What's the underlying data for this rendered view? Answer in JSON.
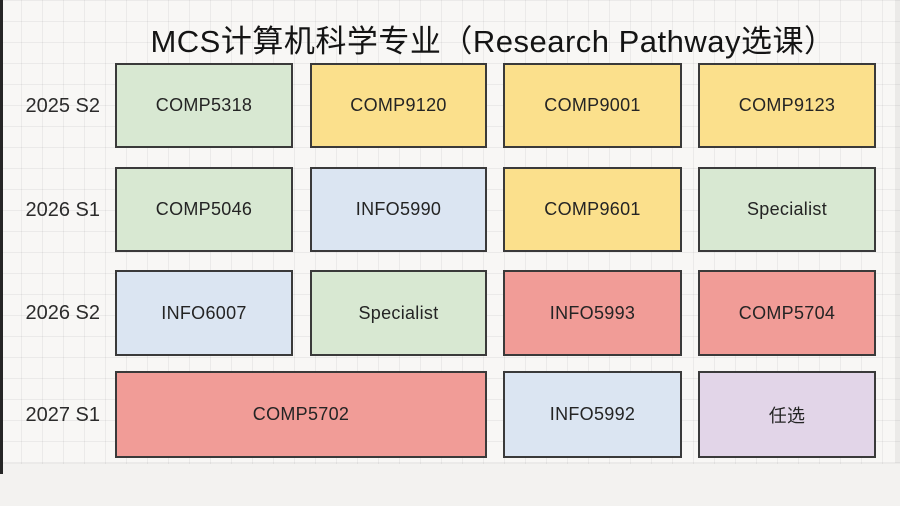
{
  "title": "MCS计算机科学专业（Research Pathway选课）",
  "colors": {
    "green": "#d8e8d2",
    "yellow": "#fbe08c",
    "blue": "#dbe5f2",
    "red": "#f19c97",
    "purple": "#e2d5e8",
    "border": "#3a3a3a",
    "board_background": "#f8f7f5"
  },
  "rows": [
    {
      "label": "2025 S2",
      "courses": [
        {
          "code": "COMP5318",
          "color": "green"
        },
        {
          "code": "COMP9120",
          "color": "yellow"
        },
        {
          "code": "COMP9001",
          "color": "yellow"
        },
        {
          "code": "COMP9123",
          "color": "yellow"
        }
      ]
    },
    {
      "label": "2026 S1",
      "courses": [
        {
          "code": "COMP5046",
          "color": "green"
        },
        {
          "code": "INFO5990",
          "color": "blue"
        },
        {
          "code": "COMP9601",
          "color": "yellow"
        },
        {
          "code": "Specialist",
          "color": "green"
        }
      ]
    },
    {
      "label": "2026 S2",
      "courses": [
        {
          "code": "INFO6007",
          "color": "blue"
        },
        {
          "code": "Specialist",
          "color": "green"
        },
        {
          "code": "INFO5993",
          "color": "red"
        },
        {
          "code": "COMP5704",
          "color": "red"
        }
      ]
    },
    {
      "label": "2027 S1",
      "courses": [
        {
          "code": "COMP5702",
          "color": "red",
          "span": 2
        },
        {
          "code": "INFO5992",
          "color": "blue"
        },
        {
          "code": "任选",
          "color": "purple"
        }
      ]
    }
  ]
}
